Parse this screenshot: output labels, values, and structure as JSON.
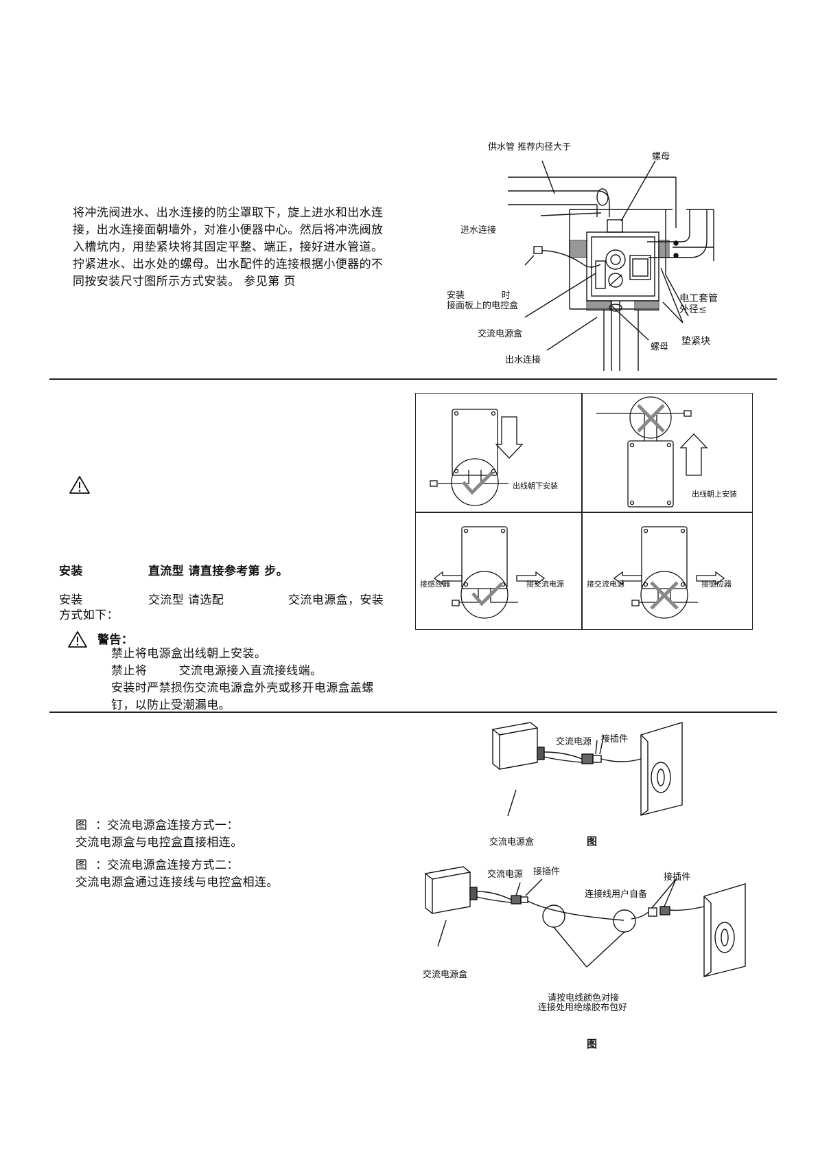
{
  "section1": {
    "paragraph": [
      "将冲洗阀进水、出水连接的防尘罩取下，旋上进水和出水连",
      "接，出水连接面朝墙外，对准小便器中心。然后将冲洗阀放",
      "入槽坑内，用垫紧块将其固定平整、端正，接好进水管道。",
      "拧紧进水、出水处的螺母。出水配件的连接根据小便器的不",
      "同按安装尺寸图所示方式安装。 参见第  页"
    ],
    "labels": {
      "supply_pipe": "供水管 推荐内径大于",
      "nut_top": "螺母",
      "inlet": "进水连接",
      "install_line1": "安装             时",
      "install_line2": "接面板上的电控盒",
      "conduit_line1": "电工套管",
      "conduit_line2": "外径≤",
      "ac_box": "交流电源盒",
      "nut_bottom": "螺母",
      "shim": "垫紧块",
      "outlet": "出水连接"
    }
  },
  "section2": {
    "install_dc": [
      "安装",
      "直流型 请直接参考第  步。"
    ],
    "install_ac": [
      "安装",
      "交流型 请选配",
      "交流电源盒，安装"
    ],
    "install_ac_cont": "方式如下：",
    "warning_title": "警告：",
    "warnings": [
      "禁止将电源盒出线朝上安装。",
      "禁止将        交流电源接入直流接线端。",
      "安装时严禁损伤交流电源盒外壳或移开电源盒盖螺",
      "钉，以防止受潮漏电。"
    ],
    "grid_labels": {
      "down": "出线朝下安装",
      "up": "出线朝上安装",
      "sensor": "接感应器",
      "ac_power": "接交流电源"
    }
  },
  "section3": {
    "fig_a_title": "图  ：交流电源盒连接方式一：",
    "fig_a_desc": "交流电源盒与电控盒直接相连。",
    "fig_b_title": "图  ：交流电源盒连接方式二：",
    "fig_b_desc": "交流电源盒通过连接线与电控盒相连。",
    "labels": {
      "ac_power": "交流电源",
      "connector": "接插件",
      "ac_box": "交流电源盒",
      "fig": "图",
      "user_cable": "连接线用户自备",
      "note_line1": "请按电线颜色对接",
      "note_line2": "连接处用绝缘胶布包好"
    }
  },
  "icons": {
    "warning": "warning-triangle-icon"
  }
}
